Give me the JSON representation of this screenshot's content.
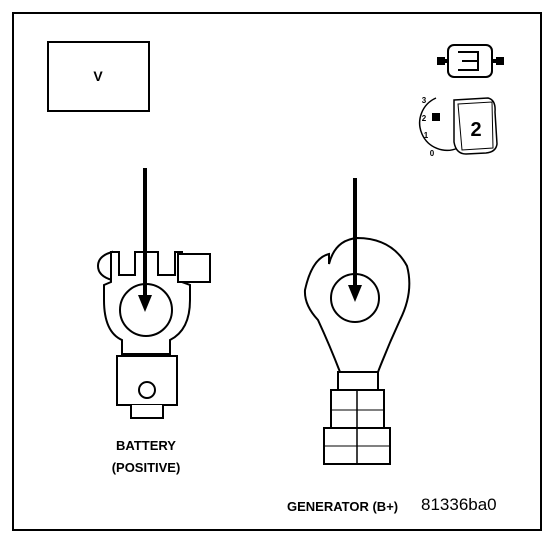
{
  "meter_box": {
    "label": "V"
  },
  "selector_icon": {
    "scale_marks": [
      "3",
      "2",
      "1",
      "0"
    ],
    "position": "2"
  },
  "battery": {
    "line1": "BATTERY",
    "line2": "(POSITIVE)"
  },
  "generator": {
    "label": "GENERATOR (B+)"
  },
  "figure_code": "81336ba0",
  "colors": {
    "line": "#000000",
    "background": "#ffffff",
    "fill_grey": "#e6e6e6"
  }
}
